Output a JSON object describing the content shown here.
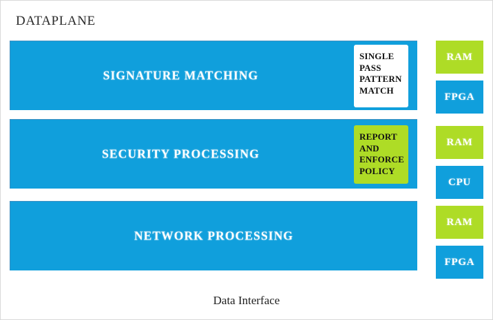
{
  "diagram": {
    "title": "DATAPLANE",
    "footer_label": "Data Interface",
    "colors": {
      "bar_blue": "#109FDC",
      "chip_green": "#AEDC26",
      "inset_white": "#ffffff",
      "frame_border": "#d8d8d8",
      "title_text": "#2b2b2b"
    },
    "stages": [
      {
        "id": "signature-matching",
        "label": "SIGNATURE MATCHING",
        "inset": {
          "id": "single-pass-pattern-match",
          "background": "#ffffff",
          "lines": [
            "SINGLE",
            "PASS",
            "PATTERN",
            "MATCH"
          ]
        }
      },
      {
        "id": "security-processing",
        "label": "SECURITY PROCESSING",
        "inset": {
          "id": "report-and-enforce-policy",
          "background": "#AEDC26",
          "lines": [
            "REPORT",
            "AND",
            "ENFORCE",
            "POLICY"
          ]
        }
      },
      {
        "id": "network-processing",
        "label": "NETWORK PROCESSING",
        "inset": null
      }
    ],
    "hardware_chips": [
      {
        "label": "RAM",
        "type": "ram",
        "color": "#AEDC26"
      },
      {
        "label": "FPGA",
        "type": "fpga",
        "color": "#109FDC"
      },
      {
        "label": "RAM",
        "type": "ram",
        "color": "#AEDC26"
      },
      {
        "label": "CPU",
        "type": "cpu",
        "color": "#109FDC"
      },
      {
        "label": "RAM",
        "type": "ram",
        "color": "#AEDC26"
      },
      {
        "label": "FPGA",
        "type": "fpga",
        "color": "#109FDC"
      }
    ]
  }
}
